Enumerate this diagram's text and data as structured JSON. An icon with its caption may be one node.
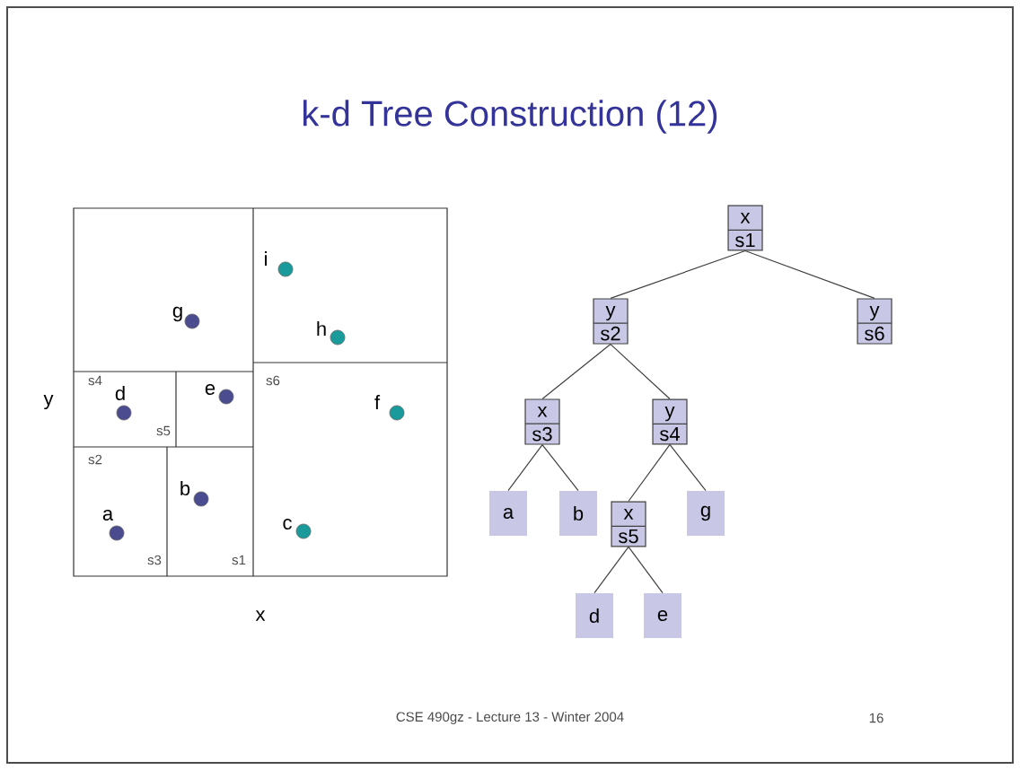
{
  "diagram": {
    "title": "k-d Tree Construction (12)",
    "nodes": [
      {
        "text": [
          "x",
          "s1"
        ]
      },
      {
        "text": [
          "y",
          "s2"
        ]
      },
      {
        "text": [
          "y",
          "s6"
        ]
      },
      {
        "text": [
          "x",
          "s3"
        ]
      },
      {
        "text": [
          "y",
          "s4"
        ]
      },
      {
        "text": [
          "a"
        ]
      },
      {
        "text": [
          "b"
        ]
      },
      {
        "text": [
          "x",
          "s5"
        ]
      },
      {
        "text": [
          "g"
        ]
      },
      {
        "text": [
          "d"
        ]
      },
      {
        "text": [
          "e"
        ]
      }
    ],
    "edges": [
      {
        "from": 0,
        "to": 1,
        "arrow": "none"
      },
      {
        "from": 0,
        "to": 2,
        "arrow": "none"
      },
      {
        "from": 1,
        "to": 3,
        "arrow": "none"
      },
      {
        "from": 1,
        "to": 4,
        "arrow": "none"
      },
      {
        "from": 3,
        "to": 5,
        "arrow": "none"
      },
      {
        "from": 3,
        "to": 6,
        "arrow": "none"
      },
      {
        "from": 4,
        "to": 7,
        "arrow": "none"
      },
      {
        "from": 4,
        "to": 8,
        "arrow": "none"
      },
      {
        "from": 7,
        "to": 9,
        "arrow": "none"
      },
      {
        "from": 7,
        "to": 10,
        "arrow": "none"
      }
    ],
    "labels": [
      "i",
      "g",
      "h",
      "s4",
      "s6",
      "e",
      "d",
      "y",
      "f",
      "s5",
      "s2",
      "b",
      "a",
      "c",
      "s3",
      "s1",
      "x",
      "CSE 490gz - Lecture 13 - Winter 2004",
      "16"
    ]
  }
}
